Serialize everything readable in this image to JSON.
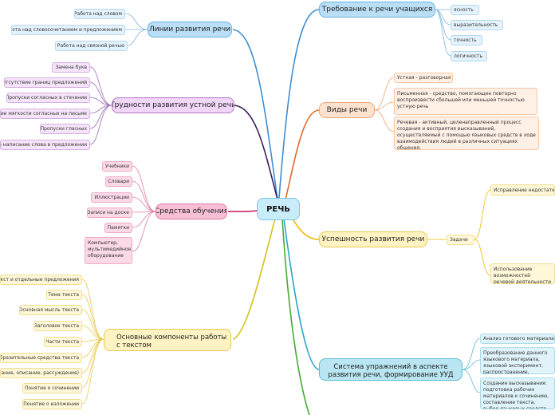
{
  "center": {
    "label": "РЕЧЬ"
  },
  "branches": {
    "lines": {
      "label": "Линии развития речи",
      "items": [
        "Работа над словом",
        "Работа над словосочетанием и предложением",
        "Работа над связной речью"
      ]
    },
    "difficulties": {
      "label": "Трудности развития устной речи",
      "items": [
        "Замена букв",
        "Отсутствие границ предложений",
        "Пропуски согласных в стечении",
        "Неверное обозначение мягкости согласных на письме",
        "Пропуски гласных",
        "Слитное написание слова в предложении"
      ]
    },
    "tools": {
      "label": "Средства обучения",
      "items": [
        "Учебники",
        "Словари",
        "Иллюстрации",
        "Записи на доске",
        "Памятки",
        "Компьютер, мультимедийное оборудование"
      ]
    },
    "text_work": {
      "label": "Основные компоненты работы с текстом",
      "items": [
        "Текст и отдельные предложения",
        "Тема текста",
        "Основная мысль текста",
        "Заголовок текста",
        "Части текста",
        "Изобразительные средства текста",
        "Типы текстов (повествование, описание, рассуждение)",
        "Понятие о сочинении",
        "Понятие о изложении"
      ]
    },
    "requirements": {
      "label": "Требование к речи учащихся",
      "items": [
        "ясность",
        "выразительность",
        "точность",
        "логичность"
      ]
    },
    "types": {
      "label": "Виды речи",
      "items": [
        "Устная - разговорная",
        "Письменная - средство, помогающее повторно воспроизвести сбольшей или меньшей точностью устную речь",
        "Речевая - активный, целенаправленный процесс создания и восприятия высказываний, осуществляемый с помощью языковых средств в ходе взаимодействия людей в различных ситуациях общения."
      ]
    },
    "success": {
      "label": "Успешность развития речи",
      "sub": "Задачи",
      "items": [
        "Исправление недостатков",
        "Использование возможностей речевой деятельности учащихся"
      ]
    },
    "exercises": {
      "label": "Система упражнений в аспекте развития речи, формирование УУД",
      "items": [
        "Анализ готового материала",
        "Преобразование данного языкового материала, языковой эксперимент, распространение, редактирование",
        "Создание высказывания: подготовка рабочих материалов к сочинению, составление текста, выбор языковых средств данной теме."
      ]
    }
  }
}
